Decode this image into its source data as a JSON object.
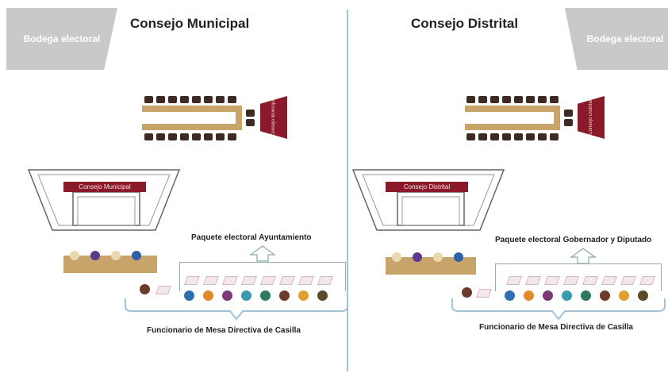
{
  "left": {
    "title": "Consejo Municipal",
    "bodega_label": "Bodega electoral",
    "stage_label": "Consejo Municipal",
    "podium_label": "Consejo Municipal",
    "paquete_label": "Paquete electoral Ayuntamiento",
    "funcionario_label": "Funcionario de Mesa Directiva de Casilla"
  },
  "right": {
    "title": "Consejo Distrital",
    "bodega_label": "Bodega electoral",
    "stage_label": "Consejo Distrital",
    "podium_label": "Consejo Distrital",
    "paquete_label": "Paquete electoral Gobernador y Diputado",
    "funcionario_label": "Funcionario de Mesa Directiva de Casilla"
  },
  "colors": {
    "maroon": "#8a1a2a",
    "table_tan": "#c9a46a",
    "chair_brown": "#3e2a22",
    "bodega_gray": "#c9c9c9",
    "divider_blue": "#9fc3dc"
  },
  "person_colors": [
    "#2f6fb0",
    "#e08a2a",
    "#7a3a7a",
    "#3a9ab0",
    "#2f7a5a",
    "#6a3a2a",
    "#e0a030",
    "#5a4a2a"
  ]
}
